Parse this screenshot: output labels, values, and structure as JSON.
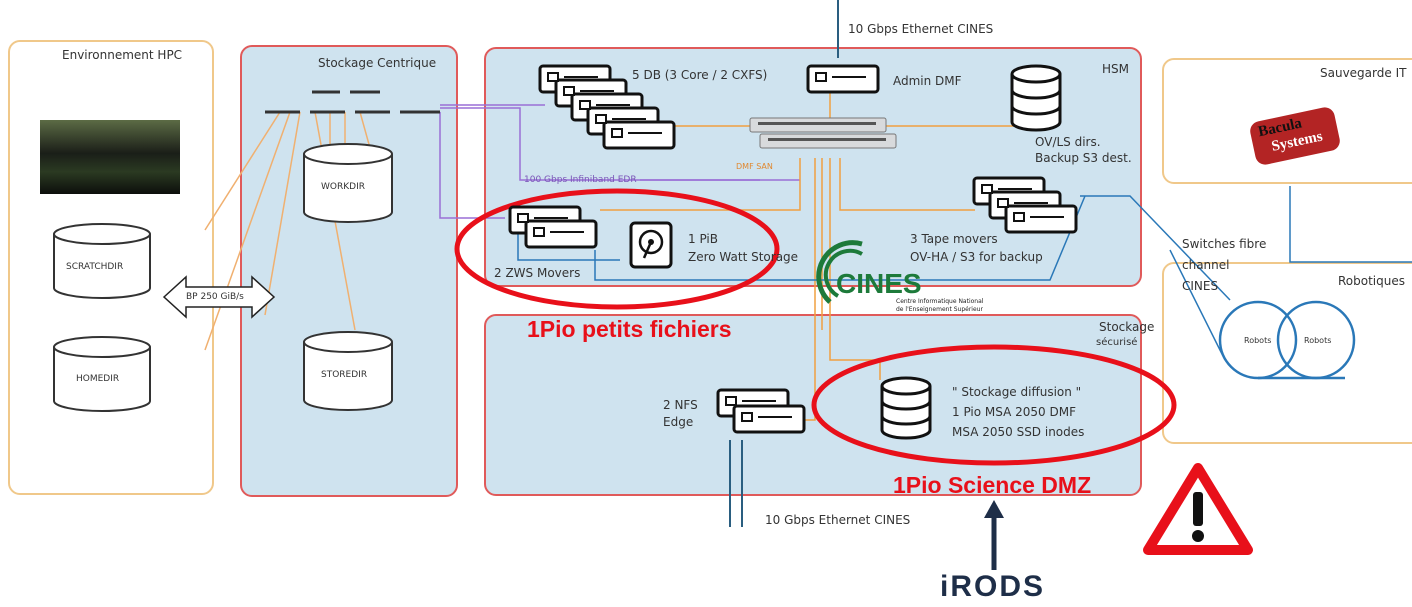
{
  "zones": {
    "hpc": "Environnement HPC",
    "central": "Stockage Centrique",
    "hsm": "HSM",
    "backup": "Sauvegarde IT",
    "robotics": "Robotiques",
    "secure_line1": "Stockage",
    "secure_line2": "sécurisé"
  },
  "storage": {
    "scratch": "SCRATCHDIR",
    "home": "HOMEDIR",
    "work": "WORKDIR",
    "store": "STOREDIR"
  },
  "links": {
    "bp": "BP 250 GiB/s",
    "infiniband": "100 Gbps Infiniband EDR",
    "eth_top": "10 Gbps Ethernet CINES",
    "eth_bottom": "10 Gbps Ethernet CINES",
    "dmf_san": "DMF SAN"
  },
  "hsm": {
    "db": "5 DB (3 Core / 2 CXFS)",
    "admin": "Admin DMF",
    "ov_line1": "OV/LS dirs.",
    "ov_line2": "Backup S3 dest.",
    "zws_line1": "1 PiB",
    "zws_line2": "Zero Watt Storage",
    "zws_movers": "2 ZWS Movers",
    "tape_line1": "3 Tape movers",
    "tape_line2": "OV-HA / S3 for backup"
  },
  "secure": {
    "nfs_line1": "2 NFS",
    "nfs_line2": "Edge",
    "diff_line1": "\" Stockage diffusion \"",
    "diff_line2": "1 Pio MSA 2050 DMF",
    "diff_line3": "MSA 2050 SSD inodes"
  },
  "fibre": {
    "line1": "Switches fibre",
    "line2": "channel",
    "line3": "CINES"
  },
  "robots": {
    "r1": "Robots",
    "r2": "Robots"
  },
  "annotations": {
    "petits": "1Pio petits fichiers",
    "dmz": "1Pio Science DMZ"
  },
  "logos": {
    "cines": "CINES",
    "cines_sub1": "Centre Informatique National",
    "cines_sub2": "de l'Enseignement Supérieur",
    "bacula_1": "Bacula",
    "bacula_2": "Systems",
    "irods": "iRODS"
  },
  "colors": {
    "panel_fill": "#cfe3ef",
    "panel_border": "#e05a5a",
    "side_border": "#f0c88a",
    "highlight": "#e8101a",
    "orange_link": "#f0a040",
    "purple_link": "#9a6fd6",
    "blue_link": "#2a78b8"
  }
}
